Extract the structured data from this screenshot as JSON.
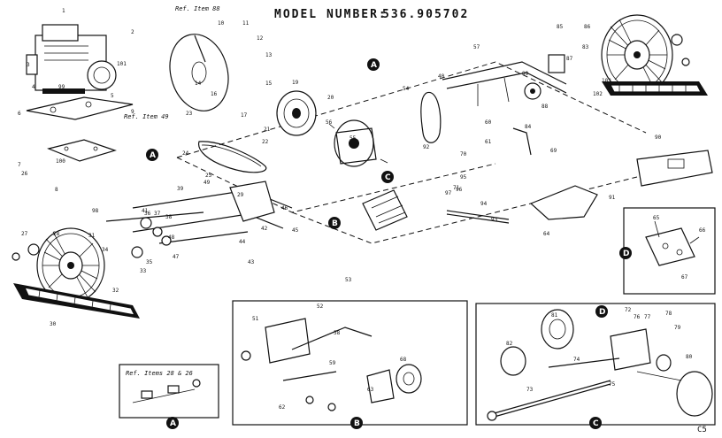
{
  "model": {
    "label": "MODEL NUMBER:",
    "number": "536.905702"
  },
  "refs": {
    "ref_item_88": "Ref. Item 88",
    "ref_item_49": "Ref. Item 49",
    "ref_items_28_26": "Ref. Items 28 & 26"
  },
  "callouts": {
    "a": "A",
    "b": "B",
    "c": "C",
    "d": "D"
  },
  "page_code": "C5",
  "part_numbers": {
    "main": [
      "1",
      "2",
      "3",
      "4",
      "5",
      "6",
      "7",
      "8",
      "9",
      "10",
      "11",
      "12",
      "13",
      "14",
      "15",
      "16",
      "17",
      "19",
      "20",
      "21",
      "22",
      "23",
      "24",
      "25",
      "26",
      "27",
      "28",
      "29",
      "30",
      "31",
      "32",
      "33",
      "34",
      "35",
      "36",
      "37",
      "38",
      "39",
      "40",
      "41",
      "42",
      "43",
      "44",
      "45",
      "46",
      "47",
      "48",
      "49",
      "51",
      "52",
      "53",
      "54",
      "55",
      "56",
      "57",
      "58",
      "59",
      "60",
      "61",
      "62",
      "63",
      "64",
      "65",
      "66",
      "67",
      "68",
      "69",
      "70",
      "71",
      "72",
      "73",
      "74",
      "75",
      "76",
      "77",
      "78",
      "79",
      "80",
      "81",
      "82",
      "83",
      "84",
      "85",
      "86",
      "87",
      "88",
      "89",
      "90",
      "91",
      "92",
      "93",
      "94",
      "95",
      "96",
      "97",
      "98",
      "99",
      "100",
      "101",
      "102",
      "103"
    ]
  }
}
